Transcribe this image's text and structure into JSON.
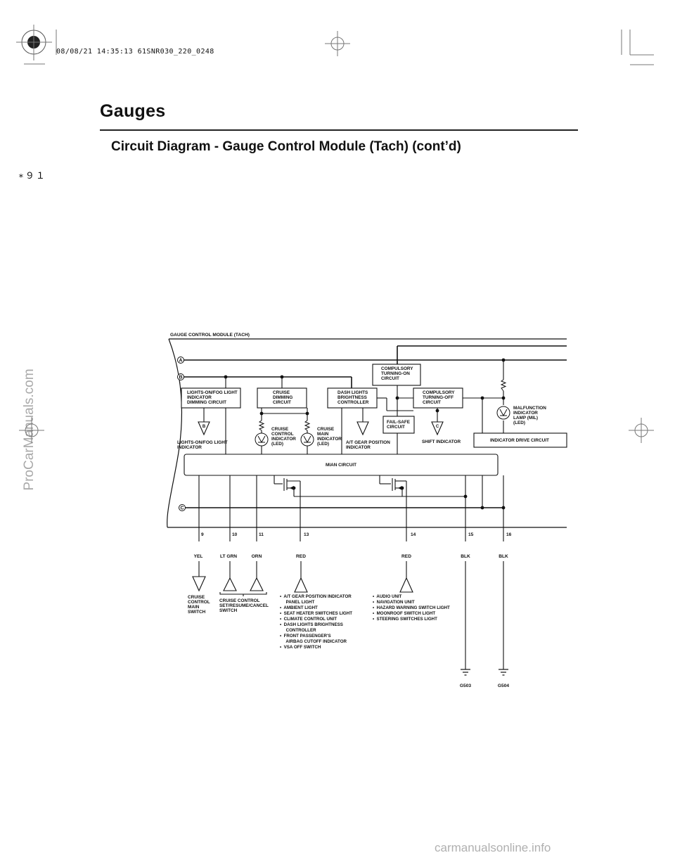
{
  "page": {
    "title": "Gauges",
    "section_title": "Circuit Diagram - Gauge Control Module (Tach) (cont’d)",
    "margin_note": "∗９１",
    "print_stamp": "08/08/21 14:35:13 61SNR030_220_0248",
    "side_watermark": "ProCarManuals.com",
    "foot_watermark": "carmanualsonline.info"
  },
  "diagram": {
    "module_label": "GAUGE CONTROL MODULE (TACH)",
    "bus_labels": {
      "a": "A",
      "b": "B",
      "c": "C"
    },
    "boxes": {
      "lights_dimming": [
        "LIGHTS-ON/FOG LIGHT",
        "INDICATOR",
        "DIMMING CIRCUIT"
      ],
      "cruise_dimming": [
        "CRUISE",
        "DIMMING",
        "CIRCUIT"
      ],
      "dash_controller": [
        "DASH LIGHTS",
        "BRIGHTNESS",
        "CONTROLLER"
      ],
      "turning_on": [
        "COMPULSORY",
        "TURNING-ON",
        "CIRCUIT"
      ],
      "turning_off": [
        "COMPULSORY",
        "TURNING-OFF",
        "CIRCUIT"
      ],
      "fail_safe": [
        "FAIL-SAFE",
        "CIRCUIT"
      ],
      "indicator_drive": "INDICATOR DRIVE CIRCUIT",
      "main_circuit": "MIAN CIRCUIT"
    },
    "indicators": {
      "lights_on": [
        "LIGHTS-ON/FOG LIGHT",
        "INDICATOR"
      ],
      "cruise_control": [
        "CRUISE",
        "CONTROL",
        "INDICATOR",
        "(LED)"
      ],
      "cruise_main": [
        "CRUISE",
        "MAIN",
        "INDICATOR",
        "(LED)"
      ],
      "at_gear": [
        "A/T GEAR POSITION",
        "INDICATOR"
      ],
      "shift": "SHIFT INDICATOR",
      "mil": [
        "MALFUNCTION",
        "INDICATOR",
        "LAMP (MIL)",
        "(LED)"
      ]
    },
    "triangle_tags": {
      "b": "B",
      "c": "C"
    },
    "pins": [
      {
        "num": "9",
        "wire": "YEL"
      },
      {
        "num": "10",
        "wire": "LT GRN"
      },
      {
        "num": "11",
        "wire": "ORN"
      },
      {
        "num": "13",
        "wire": "RED"
      },
      {
        "num": "14",
        "wire": "RED"
      },
      {
        "num": "15",
        "wire": "BLK"
      },
      {
        "num": "16",
        "wire": "BLK"
      }
    ],
    "devices": {
      "cruise_main_switch": [
        "CRUISE",
        "CONTROL",
        "MAIN",
        "SWITCH"
      ],
      "cruise_set_switch": [
        "CRUISE CONTROL",
        "SET/RESUME/CANCEL",
        "SWITCH"
      ],
      "pin13_list": [
        "•  A/T GEAR POSITION INDICATOR",
        "     PANEL LIGHT",
        "•  AMBIENT LIGHT",
        "•  SEAT HEATER SWITCHES LIGHT",
        "•  CLIMATE CONTROL UNIT",
        "•  DASH LIGHTS BRIGHTNESS",
        "     CONTROLLER",
        "•  FRONT PASSENGER'S",
        "     AIRBAG CUTOFF INDICATOR",
        "•  VSA OFF SWITCH"
      ],
      "pin14_list": [
        "•  AUDIO UNIT",
        "•  NAVIGATION UNIT",
        "•  HAZARD WARNING SWITCH LIGHT",
        "•  MOONROOF SWITCH LIGHT",
        "•  STEERING SWITCHES LIGHT"
      ]
    },
    "grounds": {
      "g15": "G503",
      "g16": "G504"
    }
  }
}
